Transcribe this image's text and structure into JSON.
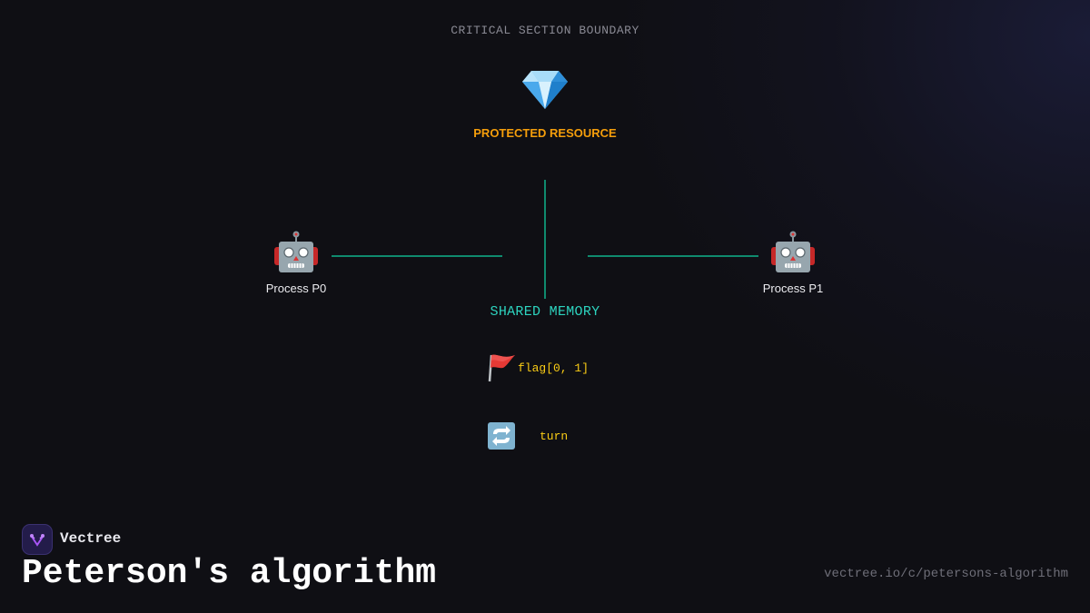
{
  "diagram": {
    "boundary_label": "CRITICAL SECTION BOUNDARY",
    "resource": {
      "icon": "gem-icon",
      "label": "PROTECTED RESOURCE"
    },
    "processes": [
      {
        "icon": "robot-icon",
        "label": "Process P0"
      },
      {
        "icon": "robot-icon",
        "label": "Process P1"
      }
    ],
    "shared_memory": {
      "label": "SHARED MEMORY",
      "variables": [
        {
          "icon": "red-flag-icon",
          "label": "flag[0, 1]"
        },
        {
          "icon": "cycle-arrows-icon",
          "label": "turn"
        }
      ]
    },
    "colors": {
      "background": "#0f0f14",
      "connector": "#0f8a6e",
      "resource_label": "#f59e0b",
      "memory_label": "#2dd4bf",
      "variable_label": "#facc15"
    }
  },
  "footer": {
    "brand_name": "Vectree",
    "title": "Peterson's algorithm",
    "url": "vectree.io/c/petersons-algorithm"
  }
}
